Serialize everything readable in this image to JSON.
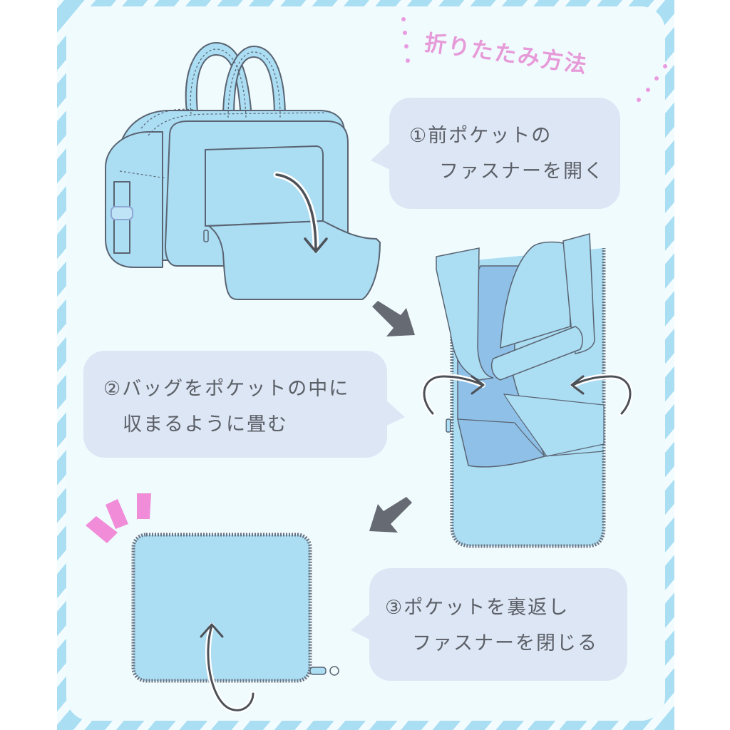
{
  "title": "折りたたみ方法",
  "steps": [
    {
      "number": "①",
      "lines": [
        "①前ポケットの",
        "ファスナーを開く"
      ]
    },
    {
      "number": "②",
      "lines": [
        "②バッグをポケットの中に",
        "収まるように畳む"
      ]
    },
    {
      "number": "③",
      "lines": [
        "③ポケットを裏返し",
        "ファスナーを閉じる"
      ]
    }
  ],
  "colors": {
    "stripe": "#a9def3",
    "panel_background": "#f0fbfe",
    "bubble": "#dde6f5",
    "text": "#5b5f66",
    "title_pink": "#e69ad8",
    "accent_pink": "#f08cd8",
    "bag_fill": "#abddf3",
    "bag_inner": "#8fc1e8",
    "outline": "#5a6472",
    "step_arrow": "#666a72"
  },
  "illustrations": [
    {
      "name": "bag-with-open-front-pocket",
      "step": 1
    },
    {
      "name": "bag-folded-into-pocket",
      "step": 2
    },
    {
      "name": "pouch-closed",
      "step": 3
    }
  ]
}
